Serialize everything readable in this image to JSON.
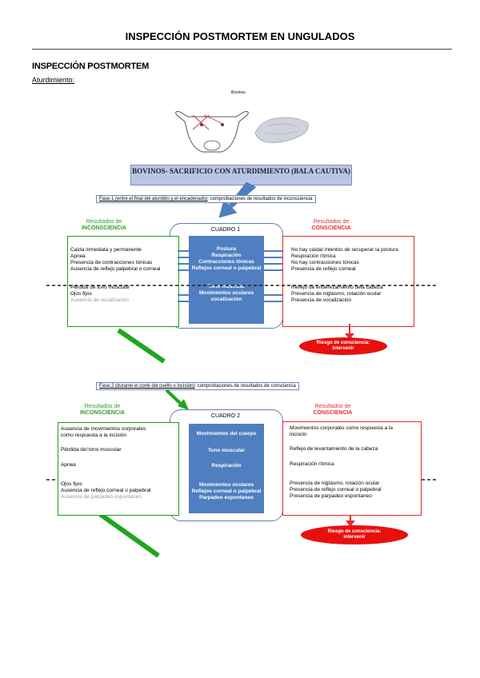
{
  "document": {
    "title": "INSPECCIÓN POSTMORTEM EN UNGULADOS",
    "section_heading": "INSPECCIÓN POSTMORTEM",
    "subheading": "Aturdimiento:",
    "figure_caption": "Bovinos"
  },
  "banner": "BOVINOS- SACRIFICIO CON ATURDIMIENTO (BALA CAUTIVA)",
  "phase1": {
    "label": "Fase 1 (entre el final del aturdido y el encadenado)",
    "label_rest": ": comprobaciones  de resultados de inconsciencia",
    "left_title1": "Resultados de",
    "left_title2": "INCONSCIENCIA",
    "right_title1": "Resultados de",
    "right_title2": "CONSCIENCIA",
    "cuadro": "CUADRO 1",
    "left_top": [
      "Caída inmediata y permanente",
      "Apnea",
      "Presencia de contracciones tónicas",
      "Ausencia de reflejo palpebral o corneal"
    ],
    "left_bottom": [
      "Pérdida de tono muscular",
      "Ojos fijos"
    ],
    "left_bottom_gray": "Ausencia de vocalización",
    "center_top": [
      "Postura",
      "Respiración",
      "Contracciones tónicas",
      "Reflejos corneal o palpebral"
    ],
    "center_bottom": [
      "Tono muscular",
      "Movimientos oculares",
      "vocalización"
    ],
    "right_top": [
      "No hay caída/ intentos de recuperar la postura",
      "Respiración rítmica",
      "No hay contracciones tónicas",
      "Presencia de reflejo corneal"
    ],
    "right_bottom": [
      "Reflejo de enderezamiento dela cabeza",
      "Presencia de nigtasmo, rotación ocular",
      "Presencia de vocalización"
    ],
    "riesgo": [
      "Riesgo de consciencia:",
      "intervenir"
    ]
  },
  "phase2": {
    "label": "Fase 2 (durante el corte del cuello o incisión)",
    "label_rest": ":  comprobaciones de resultados de consciencia",
    "left_title1": "Resultados de",
    "left_title2": "INCONSCIENCIA",
    "right_title1": "Resultados de",
    "right_title2": "CONSCIENCIA",
    "cuadro": "CUADRO 2",
    "left_a": [
      "Ausencia de movimientos corporales",
      "como respuesta a la incisión"
    ],
    "left_b": "Pérdida del tono muscular",
    "left_c": "Apnea",
    "left_bottom": [
      "Ojos fijos",
      "Ausencia de reflejo corneal o palpebral"
    ],
    "left_bottom_gray": "Ausencia de parpadeo espontaneo",
    "center_a": "Movimientos del cuerpo",
    "center_b": "Tono muscular",
    "center_c": "Respiración",
    "center_bottom": [
      "Movimientos oculares",
      "Reflejos corneal o palpebral",
      "Parpadeo espontaneo"
    ],
    "right_a": [
      "Movimientos corporales como respuesta a la",
      "incisión"
    ],
    "right_b": "Reflejo de levantamiento de la cabeza",
    "right_c": "Respiración rítmica",
    "right_bottom": [
      "Presencia de nigtasmo, rotación ocular",
      "Presencia de reflejo corneal o palpebral",
      "Presencia de parpadeo espontaneo"
    ],
    "riesgo": [
      "Riesgo de consciencia:",
      "intervenir"
    ]
  },
  "colors": {
    "green": "#1f9a1f",
    "red": "#e32b2b",
    "blue": "#4f7fc0",
    "banner": "#b9c7e6"
  }
}
